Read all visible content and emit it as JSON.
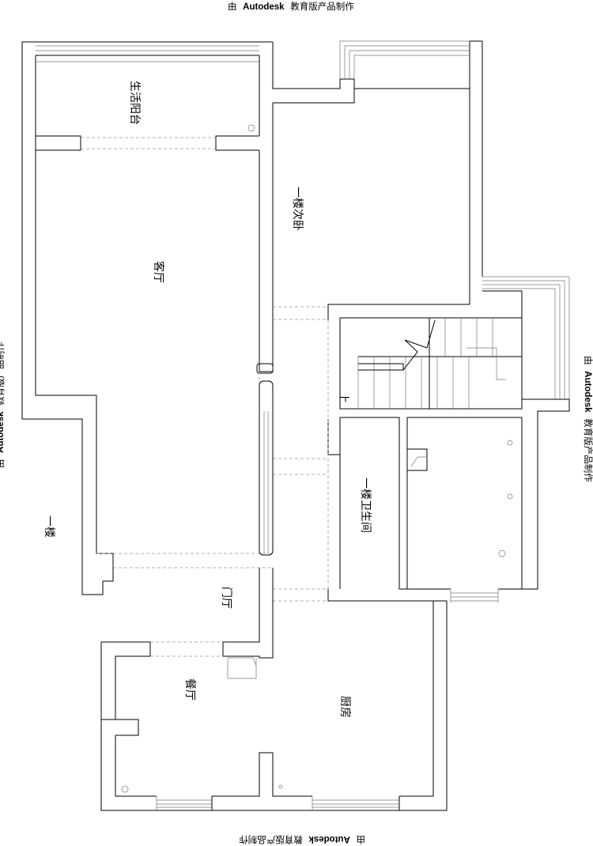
{
  "watermark": {
    "prefix": "由",
    "brand": "Autodesk",
    "suffix": "教育版产品制作"
  },
  "floor_label": "一楼",
  "rooms": {
    "balcony": "生活阳台",
    "living": "客厅",
    "bedroom": "一楼次卧",
    "bathroom": "一楼卫生间",
    "foyer": "门厅",
    "dining": "餐厅",
    "kitchen": "厨房"
  },
  "stair_up": "上"
}
